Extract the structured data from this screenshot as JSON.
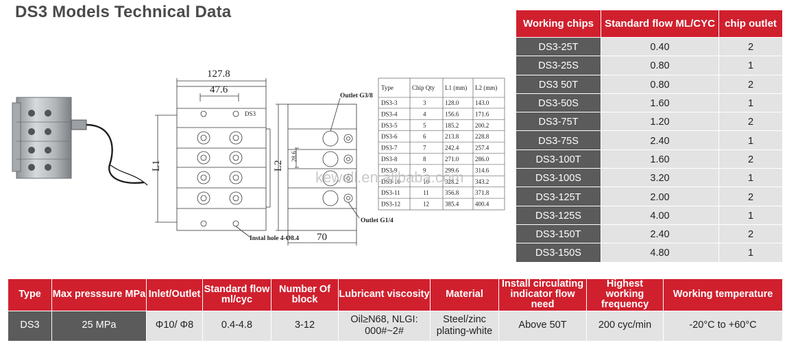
{
  "title": "DS3 Models Technical Data",
  "chips_table": {
    "headers": [
      "Working chips",
      "Standard flow ML/CYC",
      "chip outlet"
    ],
    "rows": [
      [
        "DS3-25T",
        "0.40",
        "2"
      ],
      [
        "DS3-25S",
        "0.80",
        "1"
      ],
      [
        "DS3 50T",
        "0.80",
        "2"
      ],
      [
        "DS3-50S",
        "1.60",
        "1"
      ],
      [
        "DS3-75T",
        "1.20",
        "2"
      ],
      [
        "DS3-75S",
        "2.40",
        "1"
      ],
      [
        "DS3-100T",
        "1.60",
        "2"
      ],
      [
        "DS3-100S",
        "3.20",
        "1"
      ],
      [
        "DS3-125T",
        "2.00",
        "2"
      ],
      [
        "DS3-125S",
        "4.00",
        "1"
      ],
      [
        "DS3-150T",
        "2.40",
        "2"
      ],
      [
        "DS3-150S",
        "4.80",
        "1"
      ]
    ]
  },
  "spec_table": {
    "headers": [
      "Type",
      "Max presssure MPa",
      "Inlet/Outlet",
      "Standard flow ml/cyc",
      "Number Of block",
      "Lubricant viscosity",
      "Material",
      "Install circulating indicator flow  need",
      "Highest working frequency",
      "Working temperature"
    ],
    "values": [
      "DS3",
      "25 MPa",
      "Φ10/ Φ8",
      "0.4-4.8",
      "3-12",
      "Oil≥N68, NLGI: 000#~2#",
      "Steel/zinc plating-white",
      "Above 50T",
      "200 cyc/min",
      "-20°C to +60°C"
    ]
  },
  "drawing": {
    "dim_width": "127.8",
    "dim_hole_spacing": "47.6",
    "model_label": "DS3",
    "dim_l1": "L1",
    "dim_l2": "L2",
    "dim_pitch": "28.6",
    "dim_depth": "70",
    "install_hole": "Instal hole  4-Ø8.4",
    "outlet_top": "Outlet G3/8",
    "outlet_bottom": "Outlet G1/4",
    "watermark": "kewell.en.alibaba.com"
  },
  "size_table": {
    "headers": [
      "Type",
      "Chip Qty",
      "L1  (mm)",
      "L2  (mm)"
    ],
    "rows": [
      [
        "DS3-3",
        "3",
        "128.0",
        "143.0"
      ],
      [
        "DS3-4",
        "4",
        "156.6",
        "171.6"
      ],
      [
        "DS3-5",
        "5",
        "185.2",
        "200.2"
      ],
      [
        "DS3-6",
        "6",
        "213.8",
        "228.8"
      ],
      [
        "DS3-7",
        "7",
        "242.4",
        "257.4"
      ],
      [
        "DS3-8",
        "8",
        "271.0",
        "286.0"
      ],
      [
        "DS3-9",
        "9",
        "299.6",
        "314.6"
      ],
      [
        "DS3-10",
        "10",
        "328.2",
        "343.2"
      ],
      [
        "DS3-11",
        "11",
        "356.8",
        "371.8"
      ],
      [
        "DS3-12",
        "12",
        "385.4",
        "400.4"
      ]
    ]
  }
}
